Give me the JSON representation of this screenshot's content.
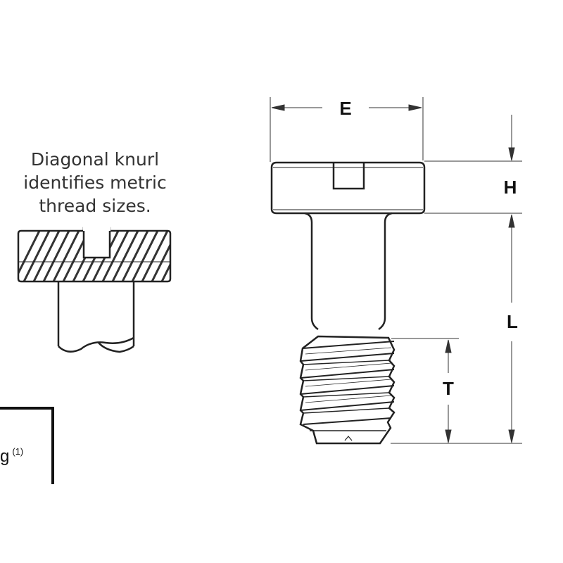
{
  "caption": {
    "lines": [
      "Diagonal knurl",
      "identifies metric",
      "thread sizes."
    ]
  },
  "dimensions": {
    "E": "E",
    "H": "H",
    "L": "L",
    "T": "T"
  },
  "table_fragment": {
    "label": "g",
    "footnote": "(1)"
  }
}
